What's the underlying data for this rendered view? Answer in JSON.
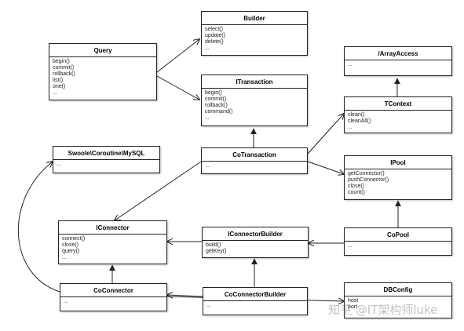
{
  "classes": {
    "builder": {
      "name": "Builder",
      "members": [
        "select()",
        "update()",
        "delete()",
        "..."
      ]
    },
    "query": {
      "name": "Query",
      "members": [
        "begin()",
        "commit()",
        "rollback()",
        "list()",
        "one()",
        "..."
      ]
    },
    "itransaction": {
      "name": "ITransaction",
      "members": [
        "begin()",
        "commit()",
        "rollback()",
        "command()",
        "..."
      ]
    },
    "arrayaccess": {
      "name": "/ArrayAccess",
      "members": [
        "..."
      ]
    },
    "tcontext": {
      "name": "TContext",
      "members": [
        "clean()",
        "cleanAll()",
        "..."
      ]
    },
    "swoole_mysql": {
      "name": "Swoole\\Coroutine\\MySQL",
      "members": [
        "..."
      ]
    },
    "cotransaction": {
      "name": "CoTransaction",
      "members": [
        "..."
      ]
    },
    "ipool": {
      "name": "IPool",
      "members": [
        "getConnector()",
        "pushConnector()",
        "close()",
        "count()"
      ]
    },
    "iconnector": {
      "name": "IConnector",
      "members": [
        "connect()",
        "close()",
        "query()",
        "..."
      ]
    },
    "iconnectorbuilder": {
      "name": "IConnectorBuilder",
      "members": [
        "build()",
        "getKey()"
      ]
    },
    "copool": {
      "name": "CoPool",
      "members": [
        "..."
      ]
    },
    "coconnector": {
      "name": "CoConnector",
      "members": [
        "..."
      ]
    },
    "coconnectorbuilder": {
      "name": "CoConnectorBuilder",
      "members": [
        "..."
      ]
    },
    "dbconfig": {
      "name": "DBConfig",
      "members": [
        "host",
        "port",
        "..."
      ]
    }
  },
  "watermark": "知乎 @IT架构师luke"
}
